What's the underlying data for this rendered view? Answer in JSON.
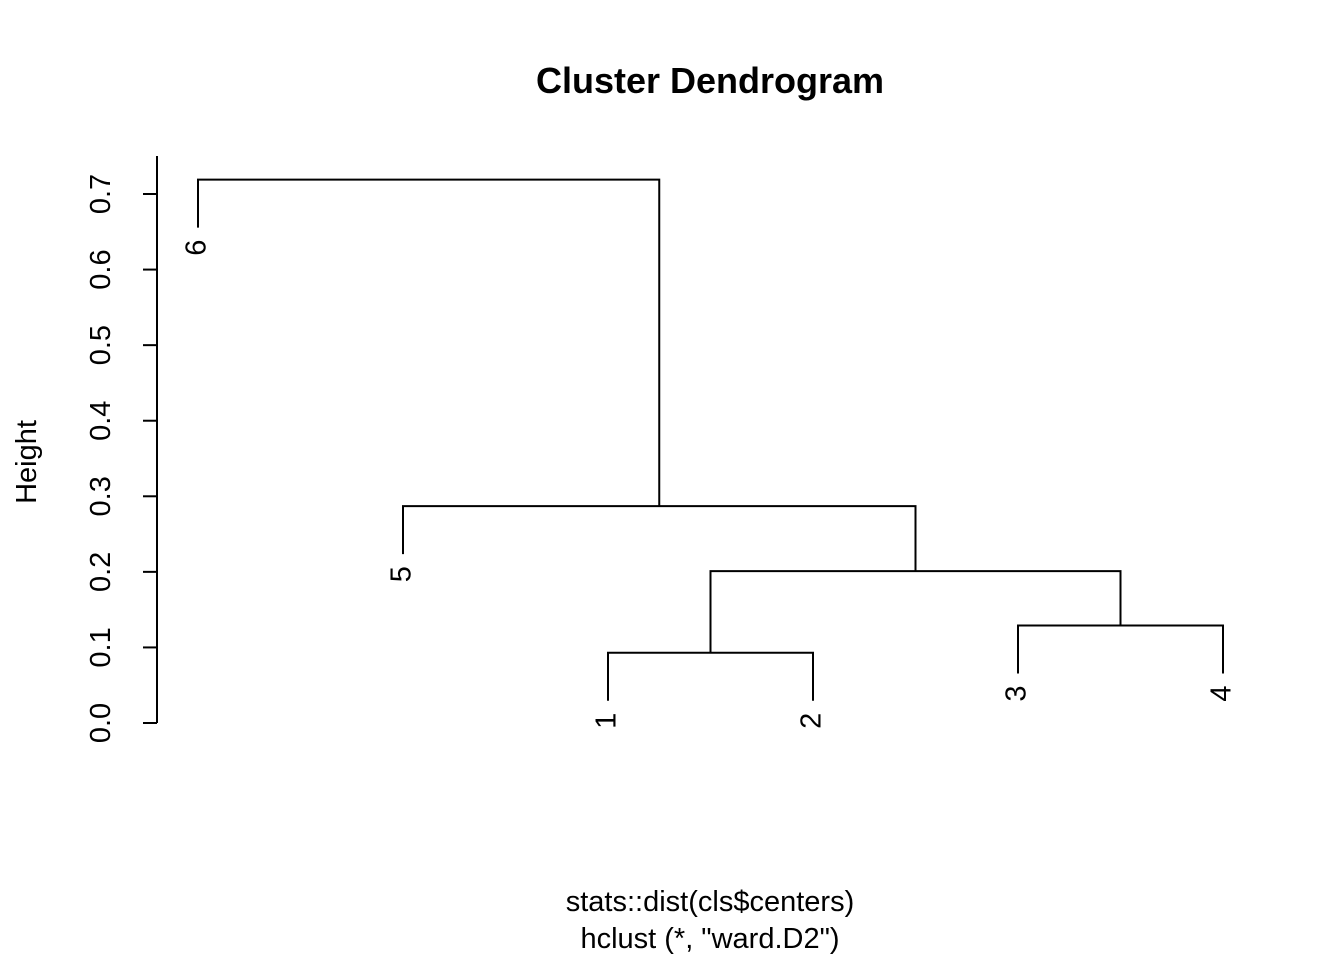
{
  "chart_data": {
    "type": "dendrogram",
    "title": "Cluster Dendrogram",
    "ylabel": "Height",
    "xlabel": "stats::dist(cls$centers)",
    "sublabel": "hclust (*, \"ward.D2\")",
    "ylim": [
      0,
      0.75
    ],
    "yticks": [
      "0.0",
      "0.1",
      "0.2",
      "0.3",
      "0.4",
      "0.5",
      "0.6",
      "0.7"
    ],
    "leaf_order": [
      "6",
      "5",
      "1",
      "2",
      "3",
      "4"
    ],
    "merges": [
      {
        "left": "1",
        "right": "2",
        "height": 0.093
      },
      {
        "left": "3",
        "right": "4",
        "height": 0.129
      },
      {
        "left": "(1,2)",
        "right": "(3,4)",
        "height": 0.201
      },
      {
        "left": "5",
        "right": "((1,2),(3,4))",
        "height": 0.287
      },
      {
        "left": "6",
        "right": "(5,((1,2),(3,4)))",
        "height": 0.719
      }
    ]
  }
}
